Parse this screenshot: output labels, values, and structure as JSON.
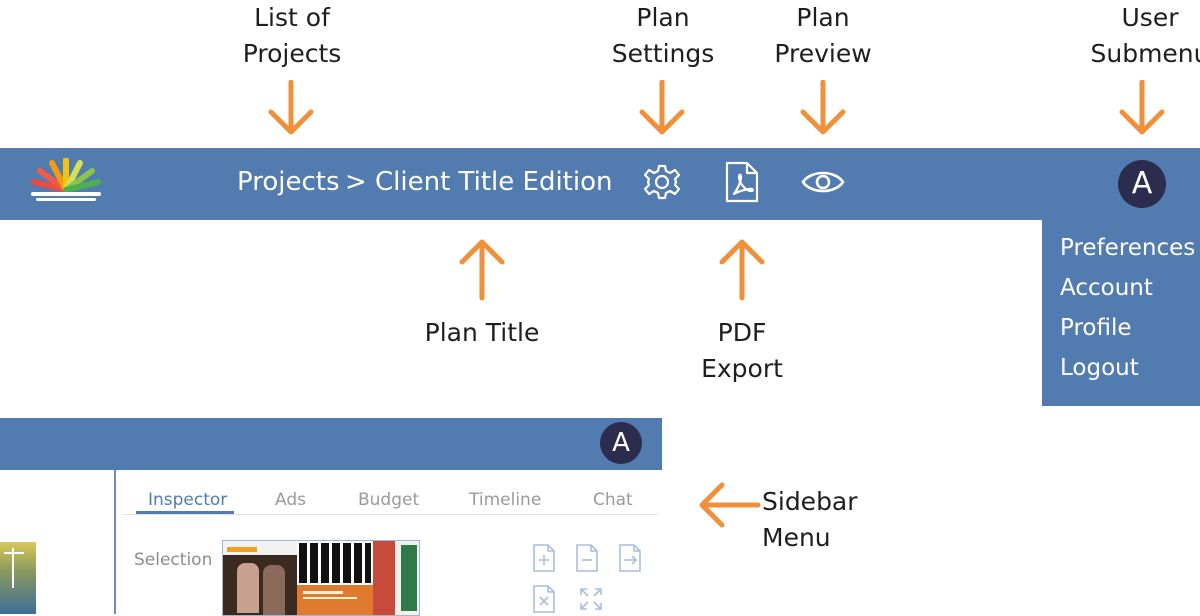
{
  "annotations": {
    "list_of_projects": "List of\nProjects",
    "plan_settings": "Plan\nSettings",
    "plan_preview": "Plan\nPreview",
    "user_submenu": "User\nSubmenu",
    "plan_title": "Plan Title",
    "pdf_export": "PDF\nExport",
    "sidebar_menu": "Sidebar Menu"
  },
  "header": {
    "projects": "Projects",
    "separator": ">",
    "plan_title": "Client Title Edition",
    "avatar_letter": "A"
  },
  "icons": {
    "logo": "fan-logo-icon",
    "settings": "gear-icon",
    "pdf": "pdf-file-icon",
    "preview": "eye-icon"
  },
  "user_submenu": {
    "items": [
      "Preferences",
      "Account",
      "Profile",
      "Logout"
    ]
  },
  "editor": {
    "avatar_letter": "A",
    "tabs": [
      "Inspector",
      "Ads",
      "Budget",
      "Timeline",
      "Chat"
    ],
    "active_tab": "Inspector",
    "selection_label": "Selection"
  },
  "colors": {
    "bar": "#527bb0",
    "accent_arrow": "#f0903a",
    "avatar": "#2b2c4e"
  }
}
